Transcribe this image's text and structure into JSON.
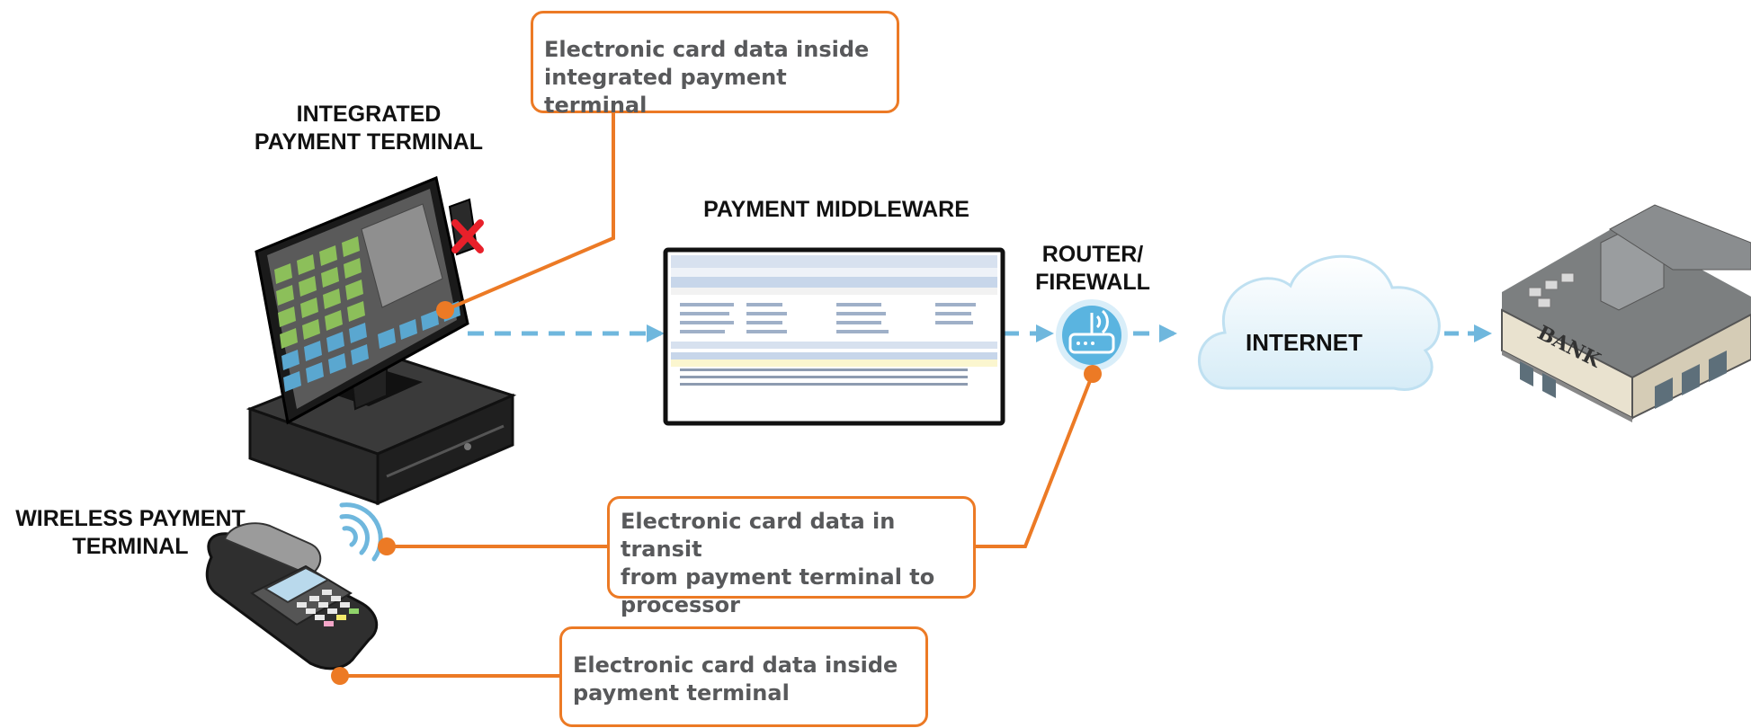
{
  "labels": {
    "integrated_line1": "INTEGRATED",
    "integrated_line2": "PAYMENT TERMINAL",
    "middleware": "PAYMENT MIDDLEWARE",
    "router_line1": "ROUTER/",
    "router_line2": "FIREWALL",
    "internet": "INTERNET",
    "wireless_line1": "WIRELESS PAYMENT",
    "wireless_line2": "TERMINAL",
    "bank": "BANK"
  },
  "callouts": {
    "integrated": {
      "line1": "Electronic card data inside",
      "line2": "integrated payment terminal"
    },
    "transit": {
      "line1": "Electronic card data in transit",
      "line2": "from payment terminal to",
      "line3": "processor"
    },
    "wireless": {
      "line1": "Electronic card data inside",
      "line2": "payment terminal"
    }
  },
  "colors": {
    "callout_border": "#ec7a25",
    "callout_text": "#58595b",
    "connector_arrow": "#6fb7dd",
    "router_fill": "#5ab4e0",
    "cloud_fill": "#eaf5fb",
    "error_mark": "#e8202a"
  },
  "icons": {
    "pos": "pos-terminal-icon",
    "wireless": "wireless-terminal-icon",
    "router": "router-icon",
    "cloud": "cloud-icon",
    "bank": "bank-building-icon",
    "error": "x-mark-icon"
  }
}
